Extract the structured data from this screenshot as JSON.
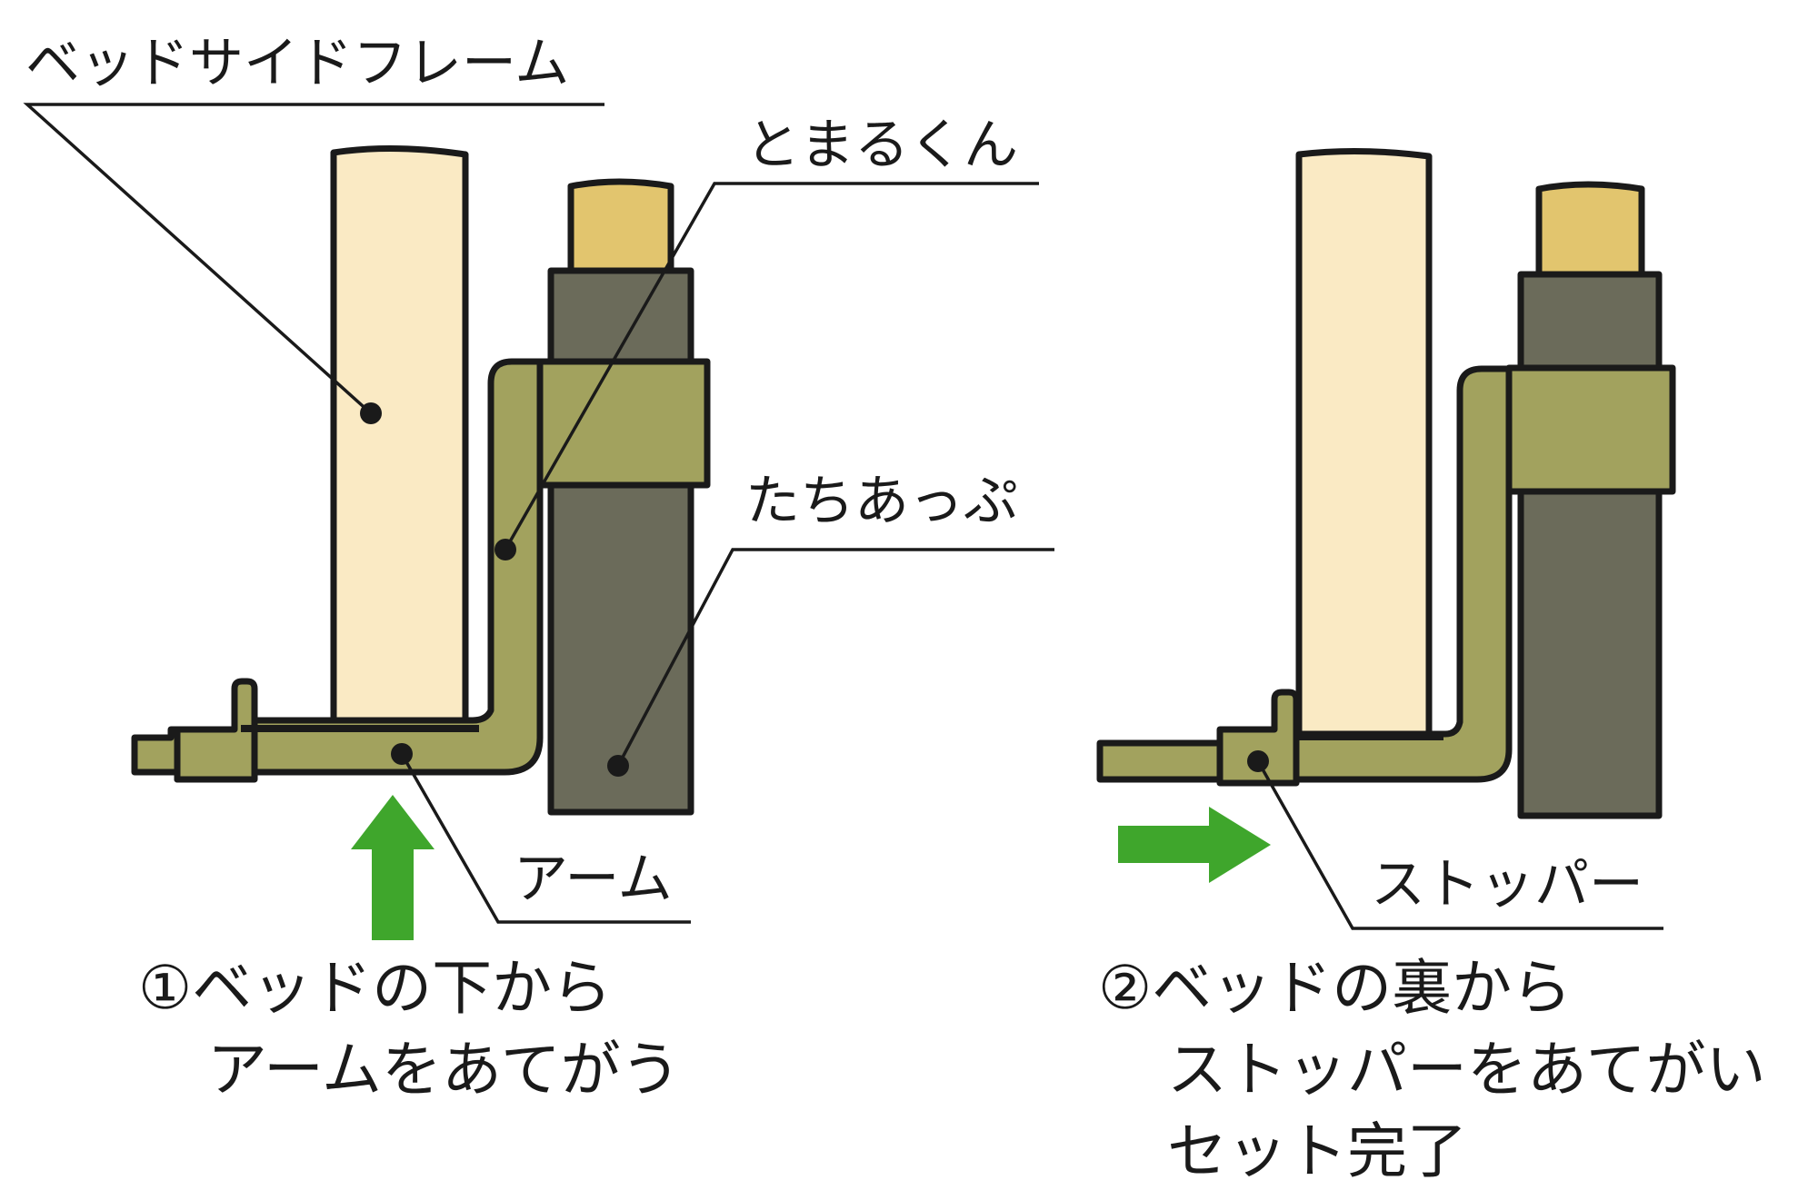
{
  "labels": {
    "frame": "ベッドサイドフレーム",
    "tomarukun": "とまるくん",
    "tachiappu": "たちあっぷ",
    "arm": "アーム",
    "stopper": "ストッパー"
  },
  "captions": {
    "step1_line1": "①ベッドの下から",
    "step1_line2": "アームをあてがう",
    "step2_line1": "②ベッドの裏から",
    "step2_line2": "ストッパーをあてがい",
    "step2_line3": "セット完了"
  },
  "colors": {
    "frame": "#faeac4",
    "post_top": "#e2c56e",
    "post": "#6b6b5a",
    "bracket": "#a2a25e",
    "arrow": "#3fa62c",
    "outline": "#1a1a1a"
  }
}
